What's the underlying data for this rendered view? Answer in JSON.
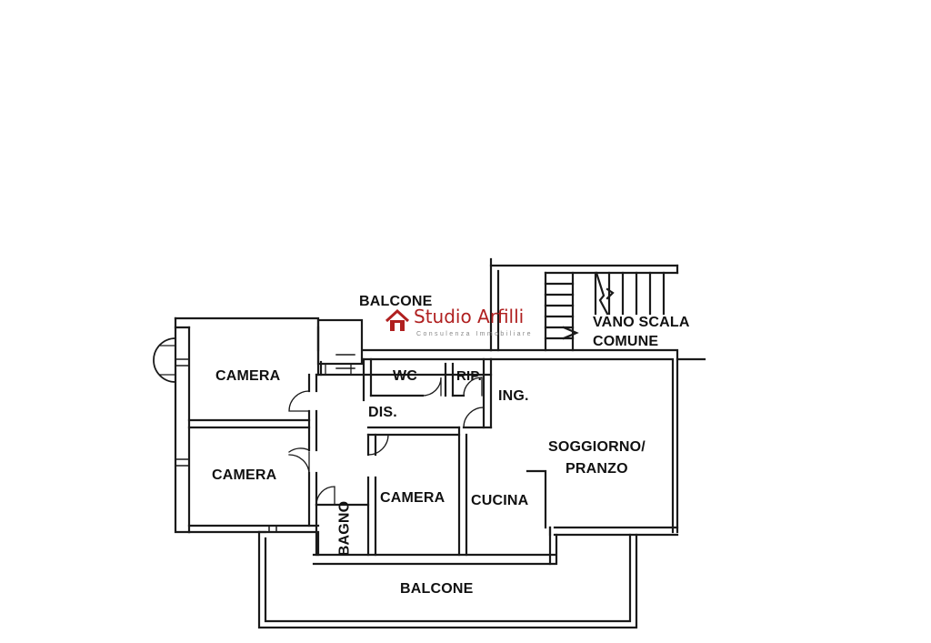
{
  "rooms": {
    "balcone_top": "BALCONE",
    "vano_scala_1": "VANO SCALA",
    "vano_scala_2": "COMUNE",
    "camera_1": "CAMERA",
    "camera_2": "CAMERA",
    "camera_3": "CAMERA",
    "wc": "WC",
    "rip": "RIP.",
    "ingresso": "ING.",
    "disimpegno": "DIS.",
    "soggiorno_1": "SOGGIORNO/",
    "soggiorno_2": "PRANZO",
    "bagno": "BAGNO",
    "cucina": "CUCINA",
    "balcone_bottom": "BALCONE"
  },
  "watermark": {
    "name": "Studio Arfilli",
    "tagline": "Consulenza Immobiliare"
  },
  "colors": {
    "wall": "#1a1a1a",
    "logo_red": "#b02020"
  }
}
